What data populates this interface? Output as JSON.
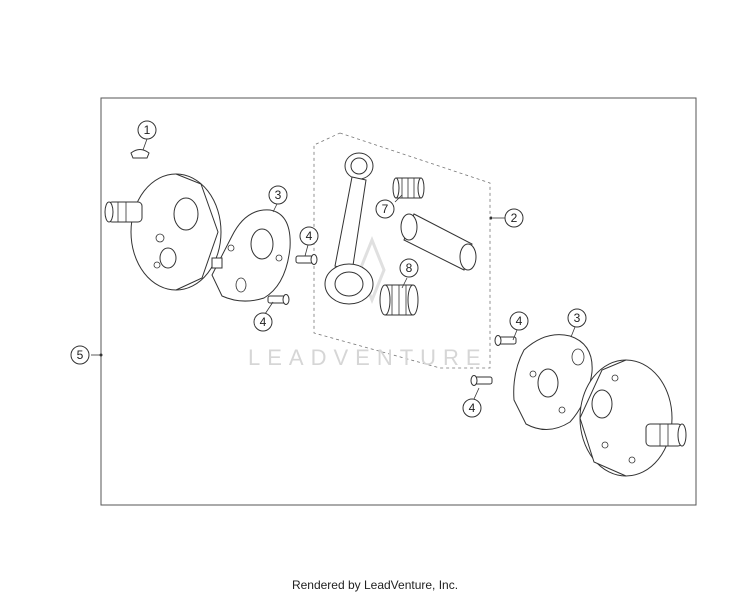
{
  "watermark": "LEADVENTURE",
  "footer": "Rendered by LeadVenture, Inc.",
  "callouts": {
    "c1": "1",
    "c2": "2",
    "c3a": "3",
    "c3b": "3",
    "c4a": "4",
    "c4b": "4",
    "c4c": "4",
    "c4d": "4",
    "c5": "5",
    "c7": "7",
    "c8": "8"
  }
}
